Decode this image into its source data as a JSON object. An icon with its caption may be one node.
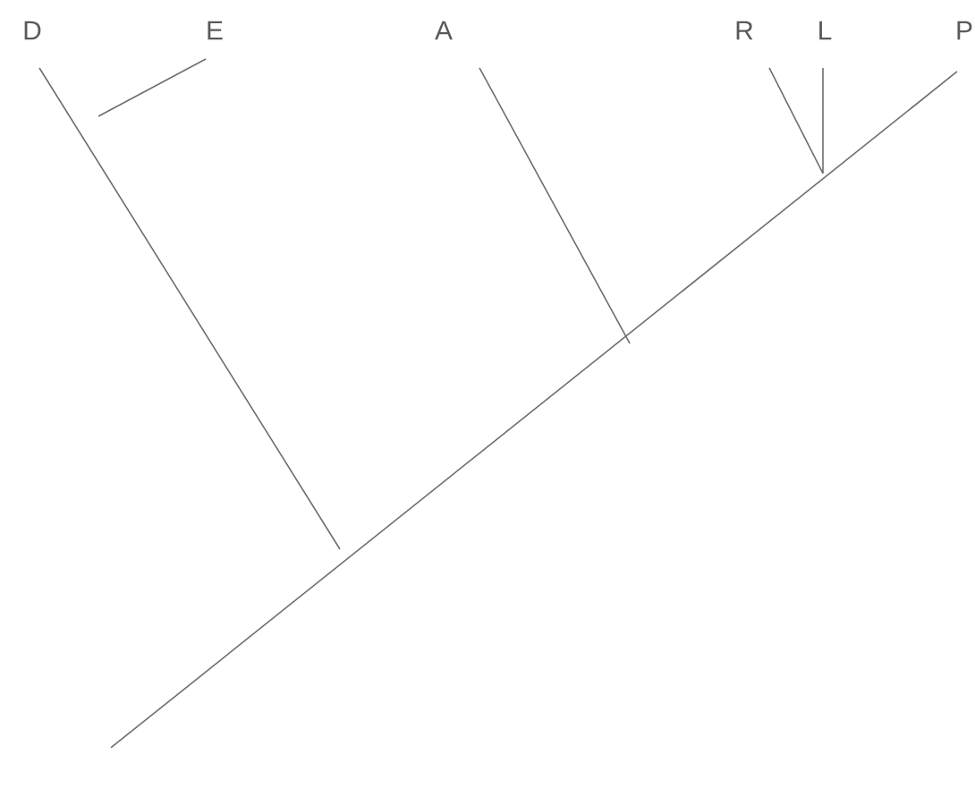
{
  "diagram": {
    "labels": [
      "D",
      "E",
      "A",
      "R",
      "L",
      "P"
    ]
  }
}
